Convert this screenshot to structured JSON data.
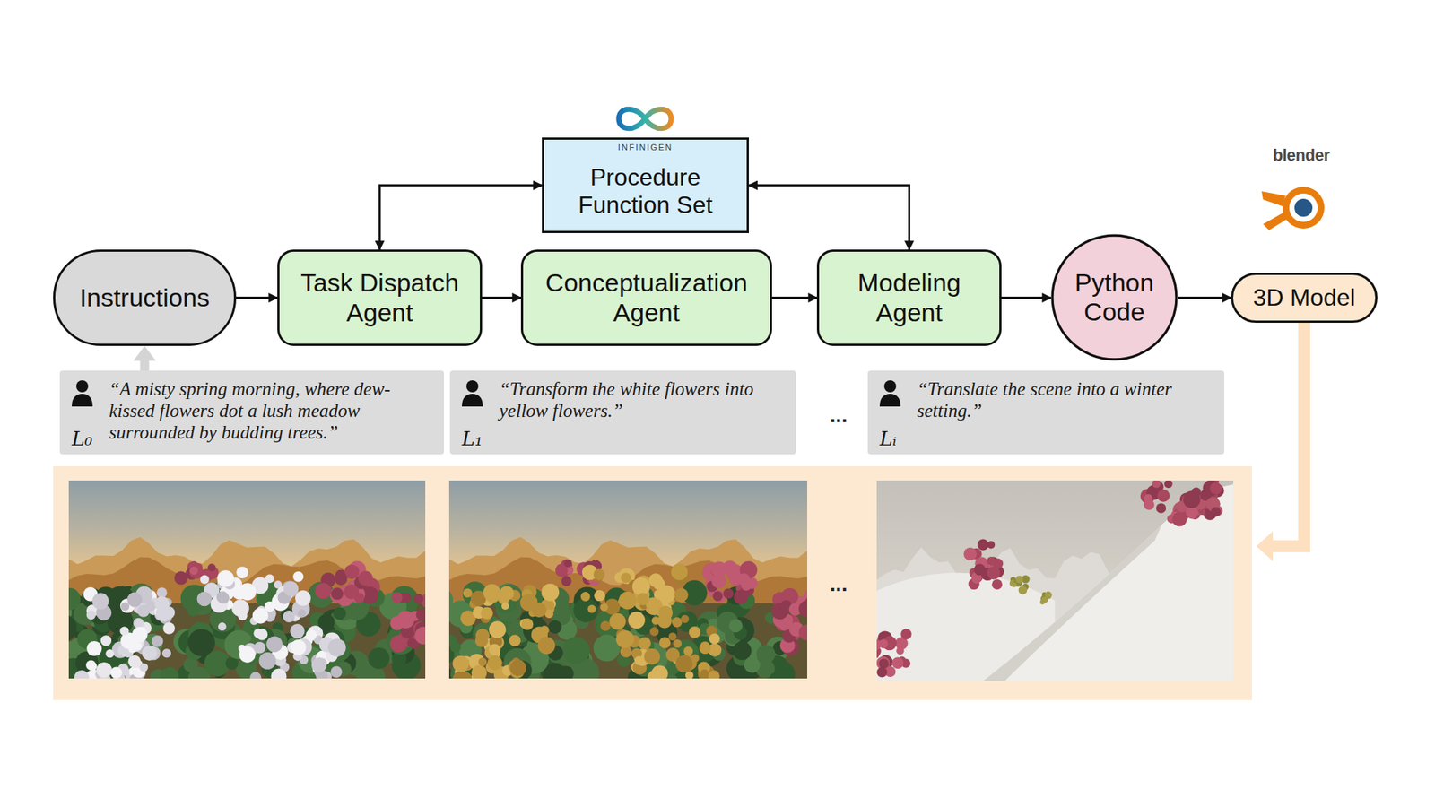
{
  "diagram": {
    "nodes": [
      {
        "text": [
          "Instructions"
        ]
      },
      {
        "text": [
          "Task Dispatch Agent"
        ]
      },
      {
        "text": [
          "Conceptualization Agent"
        ]
      },
      {
        "text": [
          "Modeling Agent"
        ]
      },
      {
        "text": [
          "Python Code"
        ]
      },
      {
        "text": [
          "3D Model"
        ]
      },
      {
        "text": [
          "INFINIGEN",
          "Procedure Function Set"
        ]
      },
      {
        "text": [
          "L₀",
          "“A misty spring morning, where dew-kissed flowers dot a lush meadow surrounded by budding trees.”"
        ]
      },
      {
        "text": [
          "L₁",
          "“Transform the white flowers into yellow flowers.”"
        ]
      },
      {
        "text": [
          "Lᵢ",
          "“Translate the scene into a winter setting.”"
        ]
      }
    ],
    "edges": [
      {
        "from": 0,
        "to": 1,
        "arrow": "to"
      },
      {
        "from": 1,
        "to": 2,
        "arrow": "to"
      },
      {
        "from": 2,
        "to": 3,
        "arrow": "to"
      },
      {
        "from": 3,
        "to": 4,
        "arrow": "to"
      },
      {
        "from": 4,
        "to": 5,
        "arrow": "to"
      },
      {
        "from": 1,
        "to": 6,
        "arrow": "both"
      },
      {
        "from": 3,
        "to": 6,
        "arrow": "both"
      },
      {
        "from": 7,
        "to": 0,
        "arrow": "to"
      }
    ],
    "labels": [
      "blender",
      "...",
      "..."
    ]
  }
}
